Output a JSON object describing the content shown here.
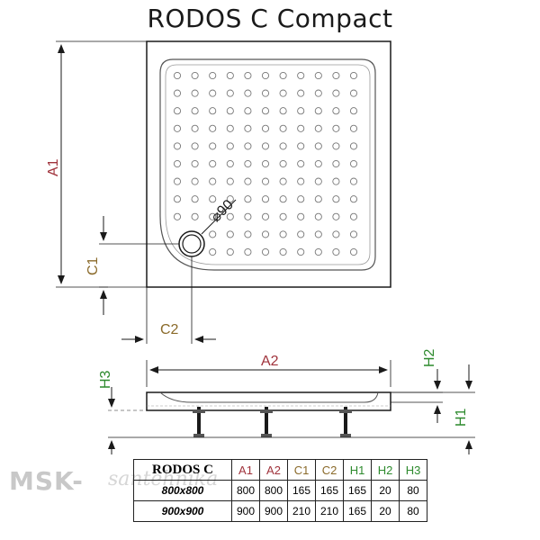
{
  "title": "RODOS C Compact",
  "dimension_labels": {
    "a1": "A1",
    "a2": "A2",
    "c1": "C1",
    "c2": "C2",
    "h1": "H1",
    "h2": "H2",
    "h3": "H3",
    "drain_diameter": "⌀90"
  },
  "table": {
    "model_header": "RODOS C",
    "columns": [
      "A1",
      "A2",
      "C1",
      "C2",
      "H1",
      "H2",
      "H3"
    ],
    "rows": [
      {
        "size": "800x800",
        "values": [
          "800",
          "800",
          "165",
          "165",
          "165",
          "20",
          "80"
        ]
      },
      {
        "size": "900x900",
        "values": [
          "900",
          "900",
          "210",
          "210",
          "165",
          "20",
          "80"
        ]
      }
    ]
  },
  "watermark": {
    "brand": "MSK-",
    "sub": "santehnika"
  },
  "colors": {
    "a_dims": "#a0333c",
    "c_dims": "#8a6a2a",
    "h_dims": "#2d8a2d",
    "line": "#1a1a1a"
  }
}
